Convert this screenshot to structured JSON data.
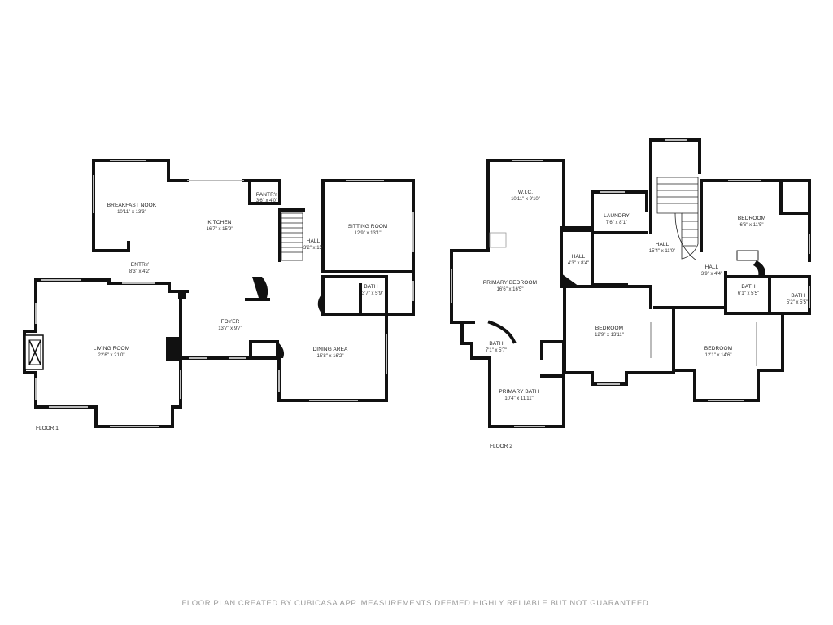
{
  "floor1": {
    "label": "FLOOR 1",
    "rooms": [
      {
        "name": "BREAKFAST NOOK",
        "dims": "10'11\" x 13'3\""
      },
      {
        "name": "KITCHEN",
        "dims": "16'7\" x 15'9\""
      },
      {
        "name": "PANTRY",
        "dims": "3'6\" x 4'0\""
      },
      {
        "name": "HALL",
        "dims": "3'2\" x 15'"
      },
      {
        "name": "SITTING ROOM",
        "dims": "12'9\" x 13'1\""
      },
      {
        "name": "ENTRY",
        "dims": "8'3\" x 4'2\""
      },
      {
        "name": "BATH",
        "dims": "3'7\" x 5'9\""
      },
      {
        "name": "FOYER",
        "dims": "13'7\" x 9'7\""
      },
      {
        "name": "LIVING ROOM",
        "dims": "22'6\" x 21'0\""
      },
      {
        "name": "DINING AREA",
        "dims": "15'8\" x 16'2\""
      }
    ]
  },
  "floor2": {
    "label": "FLOOR 2",
    "rooms": [
      {
        "name": "W.I.C.",
        "dims": "10'11\" x 9'10\""
      },
      {
        "name": "LAUNDRY",
        "dims": "7'6\" x 8'1\""
      },
      {
        "name": "BEDROOM",
        "dims": "6'6\" x 11'5\""
      },
      {
        "name": "HALL",
        "dims": "15'4\" x 11'0\""
      },
      {
        "name": "HALL",
        "dims": "4'3\" x 8'4\""
      },
      {
        "name": "PRIMARY BEDROOM",
        "dims": "16'6\" x 16'5\""
      },
      {
        "name": "HALL",
        "dims": "3'9\" x 4'4\""
      },
      {
        "name": "BATH",
        "dims": "6'1\" x 5'5\""
      },
      {
        "name": "BATH",
        "dims": "5'2\" x 5'5\""
      },
      {
        "name": "BEDROOM",
        "dims": "12'9\" x 13'11\""
      },
      {
        "name": "BATH",
        "dims": "7'1\" x 5'7\""
      },
      {
        "name": "BEDROOM",
        "dims": "12'1\" x 14'6\""
      },
      {
        "name": "PRIMARY BATH",
        "dims": "10'4\" x 11'11\""
      }
    ]
  },
  "disclaimer": "FLOOR PLAN CREATED BY CUBICASA APP. MEASUREMENTS DEEMED HIGHLY RELIABLE BUT NOT GUARANTEED."
}
